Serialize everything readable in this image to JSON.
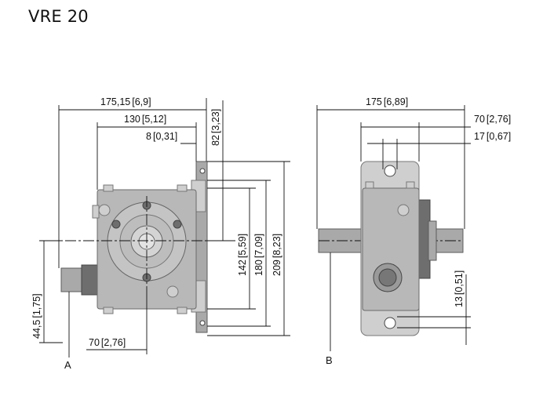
{
  "title": "VRE 20",
  "front_view": {
    "label": "A",
    "dims": {
      "overall_width": "175,15",
      "overall_width_in": "6,9",
      "body_width": "130",
      "body_width_in": "5,12",
      "flange_thickness": "8",
      "flange_thickness_in": "0,31",
      "flange_depth": "82",
      "flange_depth_in": "3,23",
      "center_height": "142",
      "center_height_in": "5,59",
      "body_height": "180",
      "body_height_in": "7,09",
      "overall_height": "209",
      "overall_height_in": "8,23",
      "shaft_height": "44,5",
      "shaft_height_in": "1,75",
      "shaft_offset": "70",
      "shaft_offset_in": "2,76"
    }
  },
  "side_view": {
    "label": "B",
    "dims": {
      "overall_width": "175",
      "overall_width_in": "6,89",
      "flange_width": "70",
      "flange_width_in": "2,76",
      "hole_spacing": "17",
      "hole_spacing_in": "0,67",
      "hole_offset": "13",
      "hole_offset_in": "0,51"
    }
  }
}
